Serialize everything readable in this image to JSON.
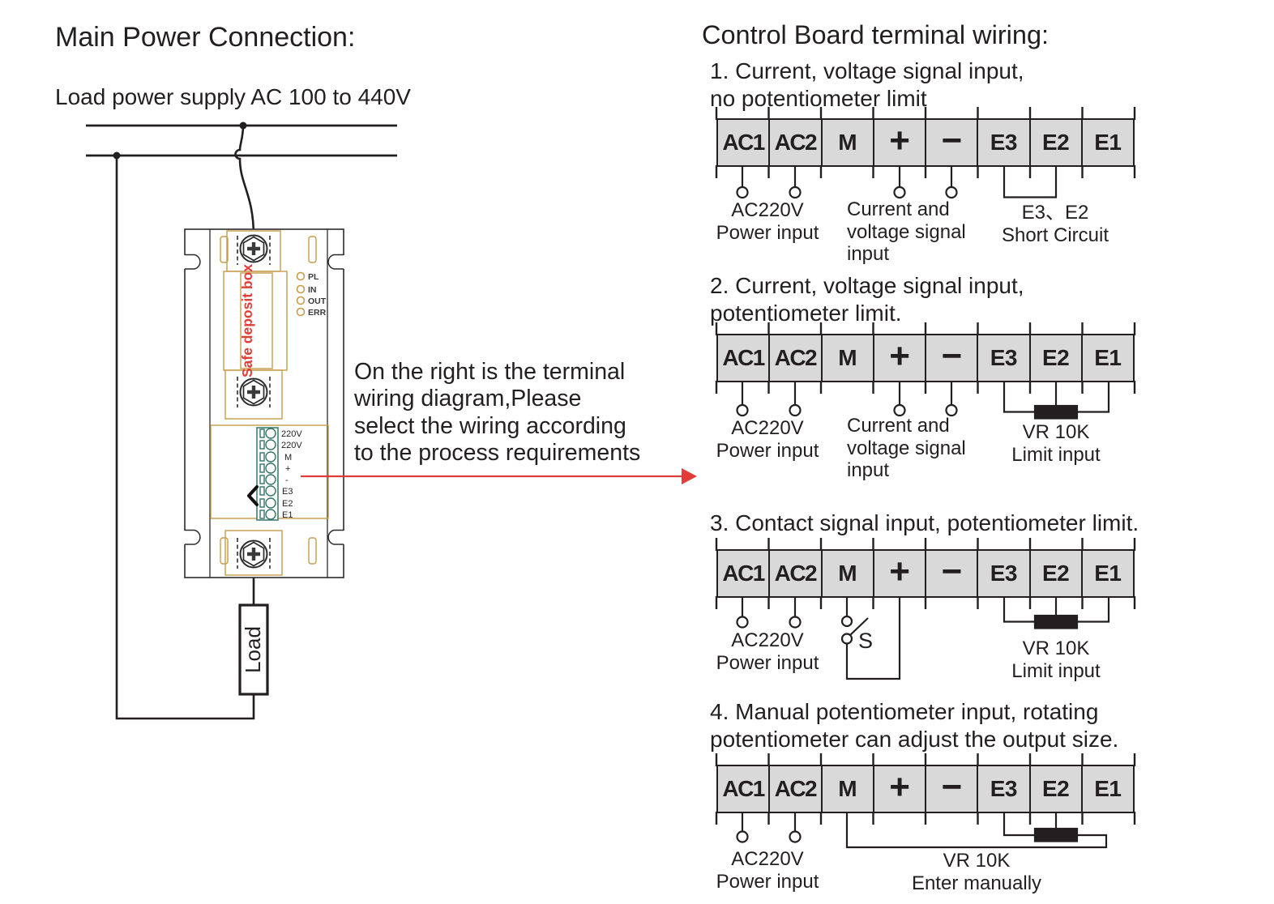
{
  "left": {
    "title": "Main Power Connection:",
    "supply_label": "Load power supply AC 100 to 440V",
    "note_lines": [
      "On the right is the terminal",
      "wiring diagram,Please",
      "select the wiring according",
      "to the process requirements"
    ],
    "device": {
      "safe_box_label": "Safe deposit box",
      "leds": [
        "PL",
        "IN",
        "OUT",
        "ERR"
      ],
      "terminals": [
        "220V",
        "220V",
        "M",
        "+",
        "-",
        "E3",
        "E2",
        "E1"
      ],
      "load_label": "Load"
    }
  },
  "right": {
    "title": "Control Board terminal wiring:",
    "terminal_labels": [
      "AC1",
      "AC2",
      "M",
      "+",
      "−",
      "E3",
      "E2",
      "E1"
    ],
    "sections": [
      {
        "heading_lines": [
          "1. Current, voltage signal input,",
          "no potentiometer limit"
        ],
        "power_lines": [
          "AC220V",
          "Power input"
        ],
        "signal_lines": [
          "Current and",
          "voltage signal",
          "input"
        ],
        "short_lines": [
          "E3、E2",
          "Short Circuit"
        ]
      },
      {
        "heading_lines": [
          "2. Current, voltage signal input,",
          "potentiometer limit."
        ],
        "power_lines": [
          "AC220V",
          "Power input"
        ],
        "signal_lines": [
          "Current and",
          "voltage signal",
          "input"
        ],
        "vr_lines": [
          "VR  10K",
          "Limit input"
        ]
      },
      {
        "heading_lines": [
          "3. Contact signal input, potentiometer limit."
        ],
        "power_lines": [
          "AC220V",
          "Power input"
        ],
        "switch_label": "S",
        "vr_lines": [
          "VR  10K",
          "Limit input"
        ]
      },
      {
        "heading_lines": [
          "4. Manual potentiometer input, rotating",
          "potentiometer can adjust the output size."
        ],
        "power_lines": [
          "AC220V",
          "Power input"
        ],
        "vr_lines": [
          "VR  10K",
          "Enter manually"
        ]
      }
    ]
  },
  "colors": {
    "accent_red": "#e23c38",
    "line": "#231f20",
    "strip_fill": "#d9d9d9",
    "device_tan": "#c69c4c",
    "terminal_teal": "#34756b"
  }
}
